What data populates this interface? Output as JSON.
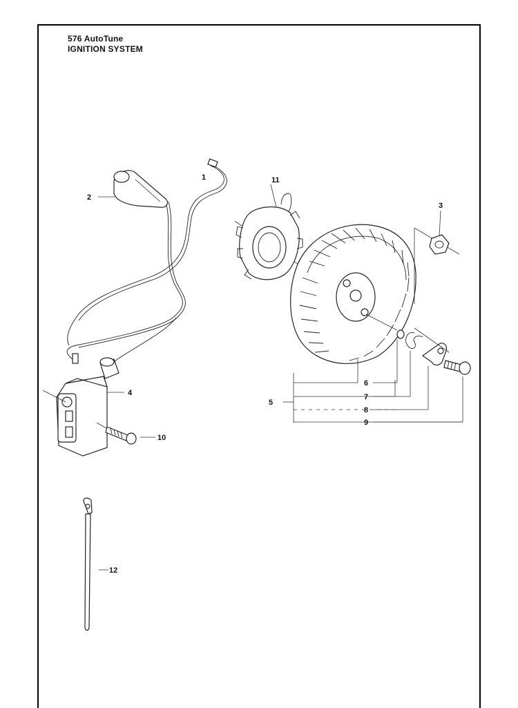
{
  "header": {
    "title": "576 AutoTune",
    "subtitle": "IGNITION SYSTEM"
  },
  "callouts": [
    "1",
    "2",
    "3",
    "4",
    "5",
    "6",
    "7",
    "8",
    "9",
    "10",
    "11",
    "12"
  ]
}
